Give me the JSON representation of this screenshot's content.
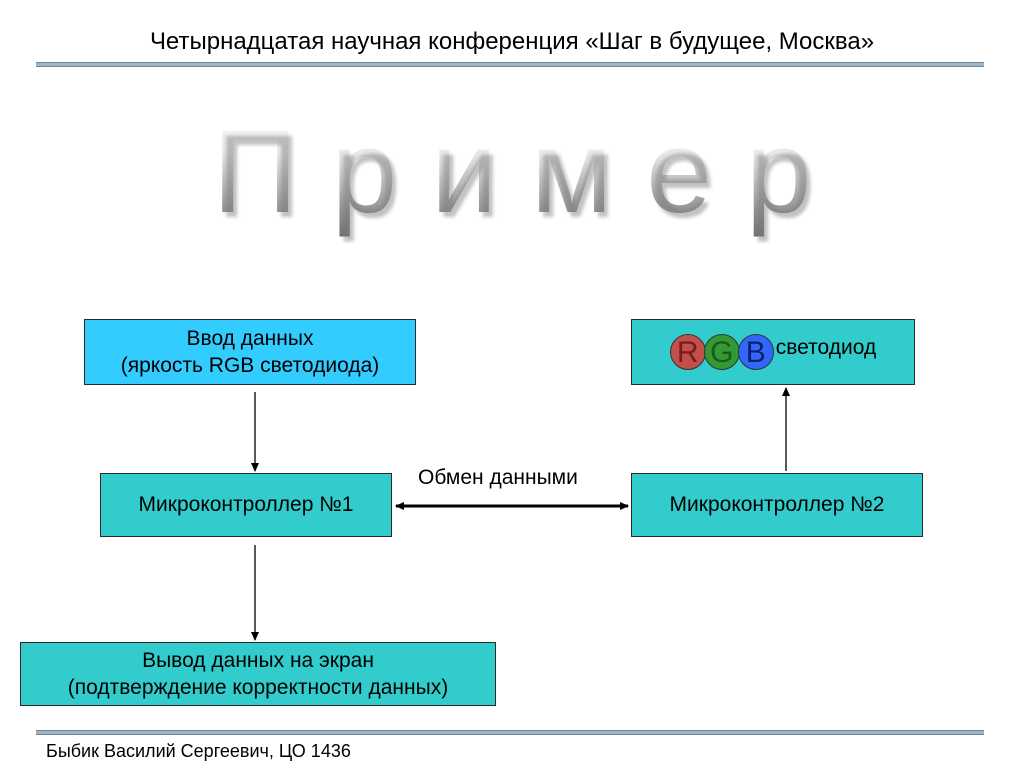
{
  "header": {
    "title": "Четырнадцатая научная конференция «Шаг в будущее, Москва»"
  },
  "slide": {
    "title": "Пример"
  },
  "diagram": {
    "input_box": {
      "line1": "Ввод данных",
      "line2": "(яркость RGB светодиода)"
    },
    "rgb_box": {
      "letters": [
        "R",
        "G",
        "B"
      ],
      "label": "светодиод"
    },
    "mc1": "Микроконтроллер №1",
    "mc2": "Микроконтроллер №2",
    "exchange_label": "Обмен данными",
    "output_box": {
      "line1": "Вывод данных на экран",
      "line2": "(подтверждение корректности данных)"
    }
  },
  "footer": {
    "author": "Быбик Василий Сергеевич, ЦО 1436"
  },
  "colors": {
    "input_box": "#33ccff",
    "box_fill": "#33cccc",
    "red": "#c0504d",
    "green": "#339933",
    "blue": "#3366ff"
  }
}
